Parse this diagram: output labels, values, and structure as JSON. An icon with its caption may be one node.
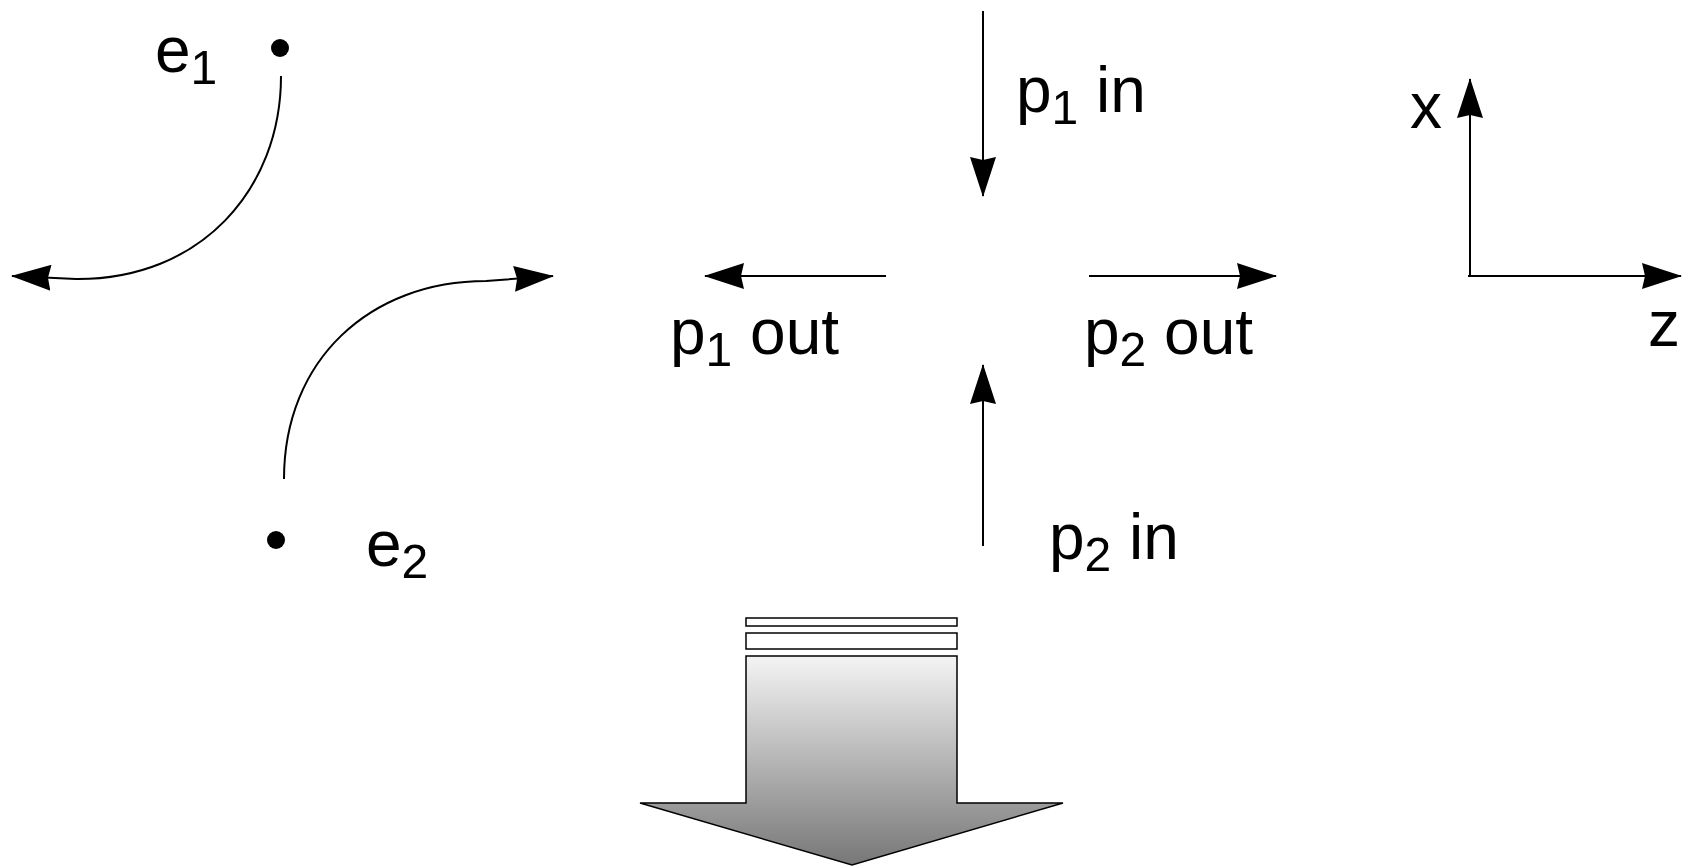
{
  "diagram": {
    "labels": [
      "e$_{1}$",
      "p$_{1}$ in",
      "x",
      "p$_{1}$ out",
      "p$_{2}$ out",
      "z",
      "e$_{2}$",
      "p$_{2}$ in"
    ]
  }
}
